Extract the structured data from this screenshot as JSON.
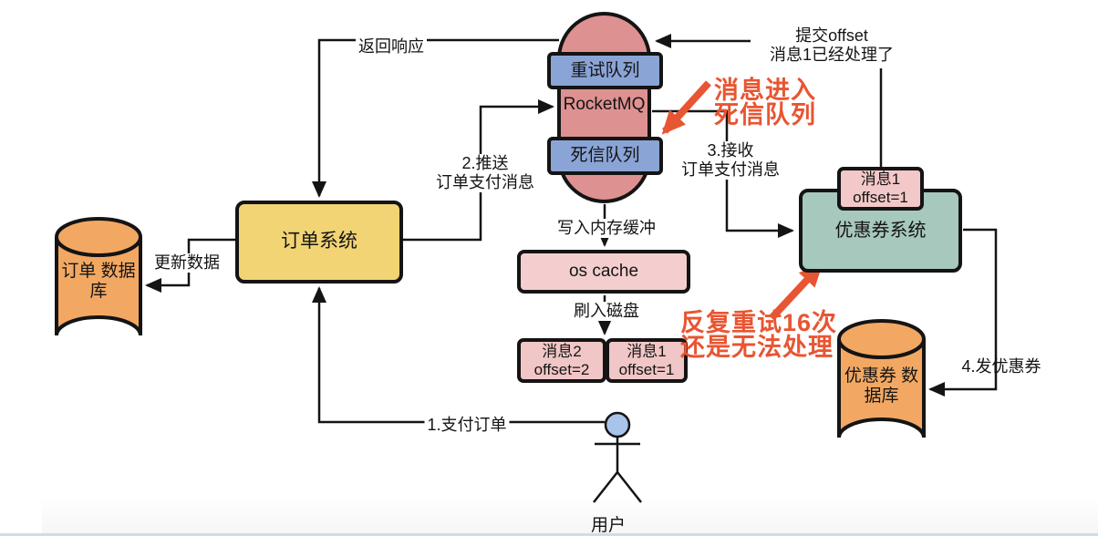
{
  "nodes": {
    "rocketmq": {
      "label": "RocketMQ",
      "retry_queue": "重试队列",
      "dead_letter_queue": "死信队列"
    },
    "order_system": {
      "label": "订单系统"
    },
    "order_db": {
      "line1": "订单",
      "line2": "数据库"
    },
    "os_cache": {
      "label": "os cache"
    },
    "disk_messages": [
      {
        "line1": "消息2",
        "line2": "offset=2"
      },
      {
        "line1": "消息1",
        "line2": "offset=1"
      }
    ],
    "coupon_system": {
      "label": "优惠券系统"
    },
    "coupon_message": {
      "line1": "消息1",
      "line2": "offset=1"
    },
    "coupon_db": {
      "line1": "优惠券",
      "line2": "数据库"
    },
    "user": {
      "label": "用户"
    }
  },
  "edges": {
    "return_response": {
      "label": "返回响应"
    },
    "push_payment": {
      "line1": "2.推送",
      "line2": "订单支付消息"
    },
    "commit_offset": {
      "line1": "提交offset",
      "line2": "消息1已经处理了"
    },
    "receive_payment": {
      "line1": "3.接收",
      "line2": "订单支付消息"
    },
    "write_buffer": {
      "label": "写入内存缓冲"
    },
    "flush_disk": {
      "label": "刷入磁盘"
    },
    "update_data": {
      "label": "更新数据"
    },
    "send_coupon": {
      "label": "4.发优惠券"
    },
    "pay_order": {
      "label": "1.支付订单"
    }
  },
  "annotations": {
    "dead_letter_note": {
      "line1": "消息进入",
      "line2": "死信队列"
    },
    "retry_note": {
      "line1": "反复重试16次",
      "line2": "还是无法处理"
    }
  },
  "colors": {
    "mq_body": "#de9191",
    "queue_box": "#8aa4d6",
    "order_system": "#f2d474",
    "coupon_system": "#a7c8bc",
    "database": "#f2a863",
    "cache_box": "#f4cece",
    "message_box": "#f1c6c6",
    "annotation": "#e85532",
    "line": "#141414",
    "user_head": "#a9c4e9"
  }
}
